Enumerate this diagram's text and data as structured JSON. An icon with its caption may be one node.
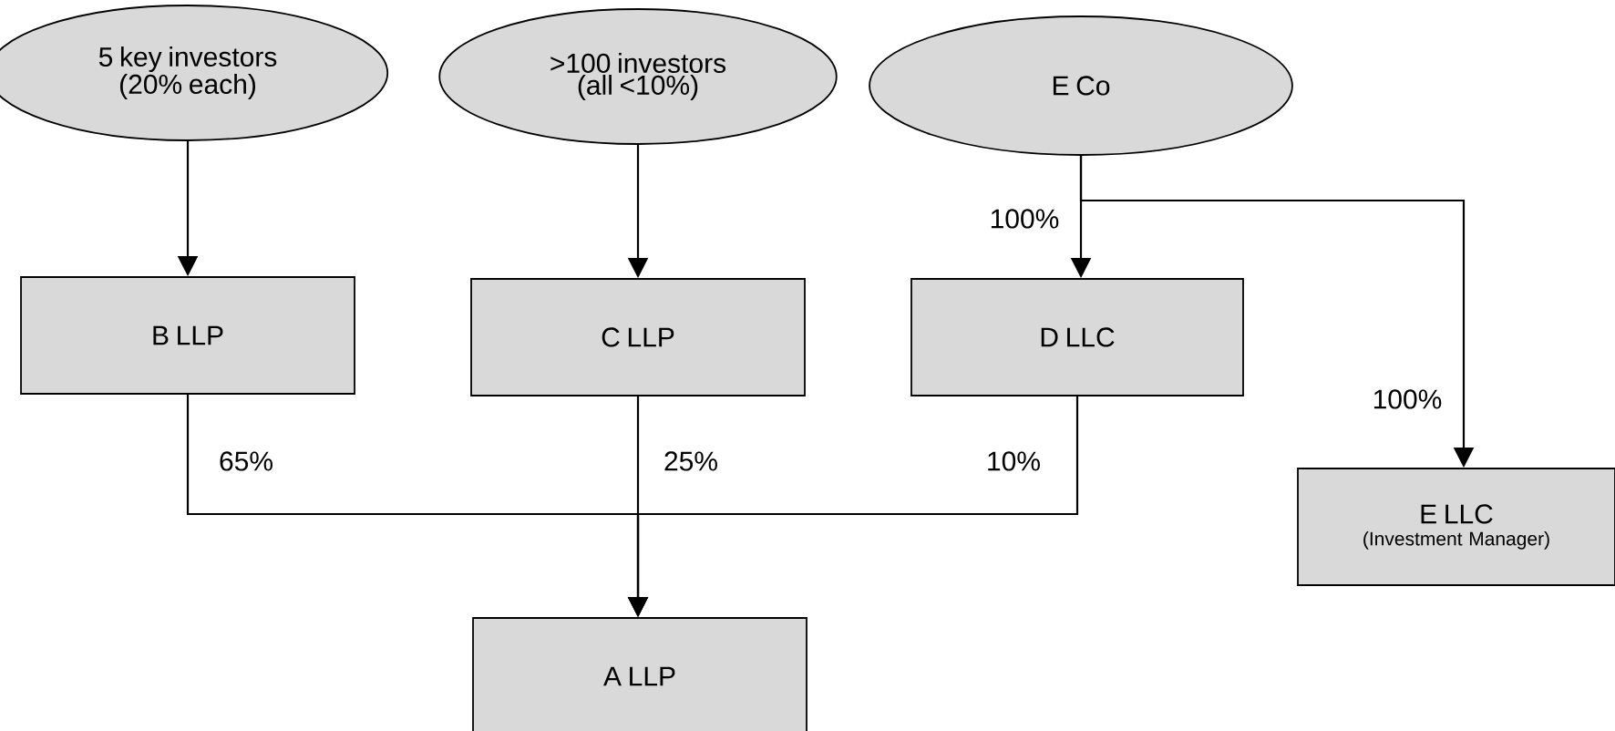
{
  "diagram": {
    "nodes": [
      {
        "text": [
          "5 key investors (20% each)"
        ]
      },
      {
        "text": [
          ">100 investors (all <10%)"
        ]
      },
      {
        "text": [
          "E Co"
        ]
      },
      {
        "text": [
          "B LLP"
        ]
      },
      {
        "text": [
          "C LLP"
        ]
      },
      {
        "text": [
          "D LLC"
        ]
      },
      {
        "text": [
          "E LLC",
          "(Investment Manager)"
        ]
      },
      {
        "text": [
          "A LLP"
        ]
      }
    ],
    "edges": [
      {
        "from": 0,
        "to": 3,
        "arrow": "to"
      },
      {
        "from": 1,
        "to": 4,
        "arrow": "to"
      },
      {
        "from": 2,
        "to": 5,
        "arrow": "to",
        "label": "100%"
      },
      {
        "from": 2,
        "to": 6,
        "arrow": "to",
        "label": "100%"
      },
      {
        "from": 3,
        "to": 7,
        "arrow": "to",
        "label": "65%"
      },
      {
        "from": 4,
        "to": 7,
        "arrow": "to",
        "label": "25%"
      },
      {
        "from": 5,
        "to": 7,
        "arrow": "to",
        "label": "10%"
      }
    ]
  }
}
